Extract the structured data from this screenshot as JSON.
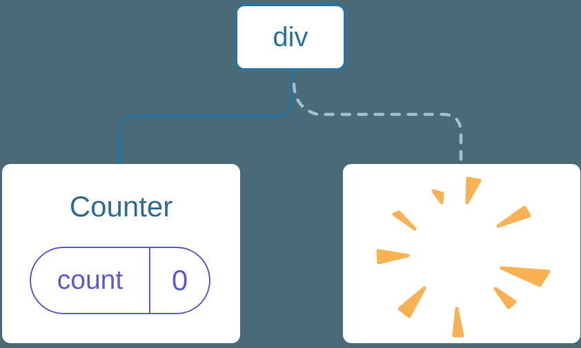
{
  "colors": {
    "canvas-bg": "#4a6a75",
    "node-blue": "#2a74a2",
    "title-blue": "#2f6e92",
    "pill-purple": "#5b5bd6",
    "dashed-blue": "#9fc0d3",
    "poof-orange": "#f8b254",
    "card-bg": "#ffffff"
  },
  "tree": {
    "root": {
      "label": "div"
    },
    "counter": {
      "title": "Counter",
      "state": {
        "name": "count",
        "value": "0"
      }
    },
    "poof": {
      "icon": "poof-starburst-icon"
    },
    "links": {
      "counter_link": "solid",
      "poof_link": "dashed"
    }
  }
}
